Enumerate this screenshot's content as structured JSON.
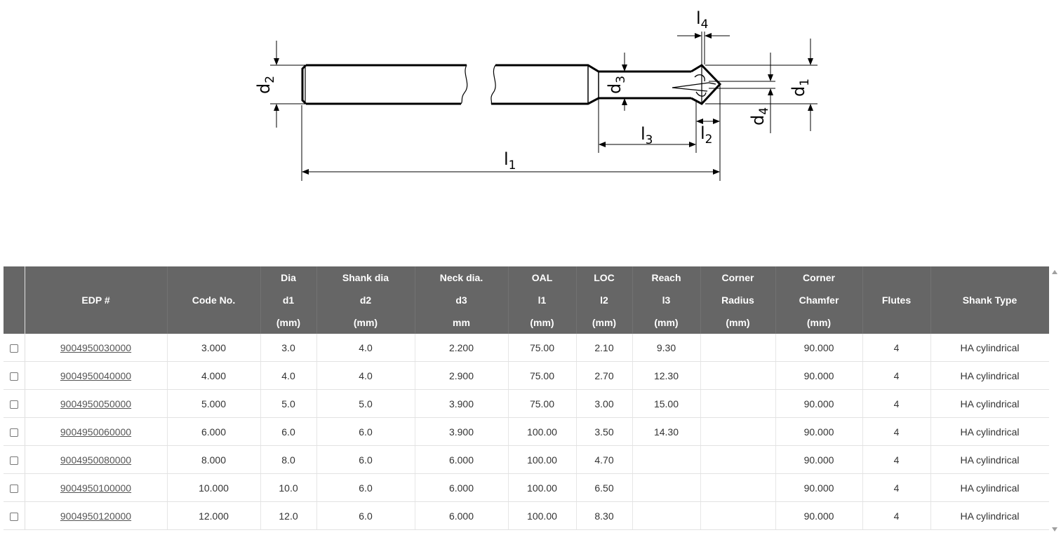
{
  "diagram": {
    "labels": {
      "d1": "d",
      "d1_sub": "1",
      "d2": "d",
      "d2_sub": "2",
      "d3": "d",
      "d3_sub": "3",
      "d4": "d",
      "d4_sub": "4",
      "l1": "l",
      "l1_sub": "1",
      "l2": "l",
      "l2_sub": "2",
      "l3": "l",
      "l3_sub": "3",
      "l4": "l",
      "l4_sub": "4"
    }
  },
  "table": {
    "headers": [
      {
        "lines": [
          ""
        ]
      },
      {
        "lines": [
          "EDP #"
        ]
      },
      {
        "lines": [
          "Code No."
        ]
      },
      {
        "lines": [
          "Dia",
          "d1",
          "(mm)"
        ]
      },
      {
        "lines": [
          "Shank dia",
          "d2",
          "(mm)"
        ]
      },
      {
        "lines": [
          "Neck dia.",
          "d3",
          "mm"
        ]
      },
      {
        "lines": [
          "OAL",
          "l1",
          "(mm)"
        ]
      },
      {
        "lines": [
          "LOC",
          "l2",
          "(mm)"
        ]
      },
      {
        "lines": [
          "Reach",
          "l3",
          "(mm)"
        ]
      },
      {
        "lines": [
          "Corner",
          "Radius",
          "(mm)"
        ]
      },
      {
        "lines": [
          "Corner",
          "Chamfer",
          "(mm)"
        ]
      },
      {
        "lines": [
          "Flutes"
        ]
      },
      {
        "lines": [
          "Shank Type"
        ]
      }
    ],
    "rows": [
      {
        "edp": "9004950030000",
        "code": "3.000",
        "d1": "3.0",
        "d2": "4.0",
        "d3": "2.200",
        "l1": "75.00",
        "l2": "2.10",
        "l3": "9.30",
        "radius": "",
        "chamfer": "90.000",
        "flutes": "4",
        "shank": "HA cylindrical"
      },
      {
        "edp": "9004950040000",
        "code": "4.000",
        "d1": "4.0",
        "d2": "4.0",
        "d3": "2.900",
        "l1": "75.00",
        "l2": "2.70",
        "l3": "12.30",
        "radius": "",
        "chamfer": "90.000",
        "flutes": "4",
        "shank": "HA cylindrical"
      },
      {
        "edp": "9004950050000",
        "code": "5.000",
        "d1": "5.0",
        "d2": "5.0",
        "d3": "3.900",
        "l1": "75.00",
        "l2": "3.00",
        "l3": "15.00",
        "radius": "",
        "chamfer": "90.000",
        "flutes": "4",
        "shank": "HA cylindrical"
      },
      {
        "edp": "9004950060000",
        "code": "6.000",
        "d1": "6.0",
        "d2": "6.0",
        "d3": "3.900",
        "l1": "100.00",
        "l2": "3.50",
        "l3": "14.30",
        "radius": "",
        "chamfer": "90.000",
        "flutes": "4",
        "shank": "HA cylindrical"
      },
      {
        "edp": "9004950080000",
        "code": "8.000",
        "d1": "8.0",
        "d2": "6.0",
        "d3": "6.000",
        "l1": "100.00",
        "l2": "4.70",
        "l3": "",
        "radius": "",
        "chamfer": "90.000",
        "flutes": "4",
        "shank": "HA cylindrical"
      },
      {
        "edp": "9004950100000",
        "code": "10.000",
        "d1": "10.0",
        "d2": "6.0",
        "d3": "6.000",
        "l1": "100.00",
        "l2": "6.50",
        "l3": "",
        "radius": "",
        "chamfer": "90.000",
        "flutes": "4",
        "shank": "HA cylindrical"
      },
      {
        "edp": "9004950120000",
        "code": "12.000",
        "d1": "12.0",
        "d2": "6.0",
        "d3": "6.000",
        "l1": "100.00",
        "l2": "8.30",
        "l3": "",
        "radius": "",
        "chamfer": "90.000",
        "flutes": "4",
        "shank": "HA cylindrical"
      }
    ]
  },
  "colors": {
    "header_bg": "#666666",
    "row_border": "#e2e2e2",
    "link": "#555555"
  }
}
